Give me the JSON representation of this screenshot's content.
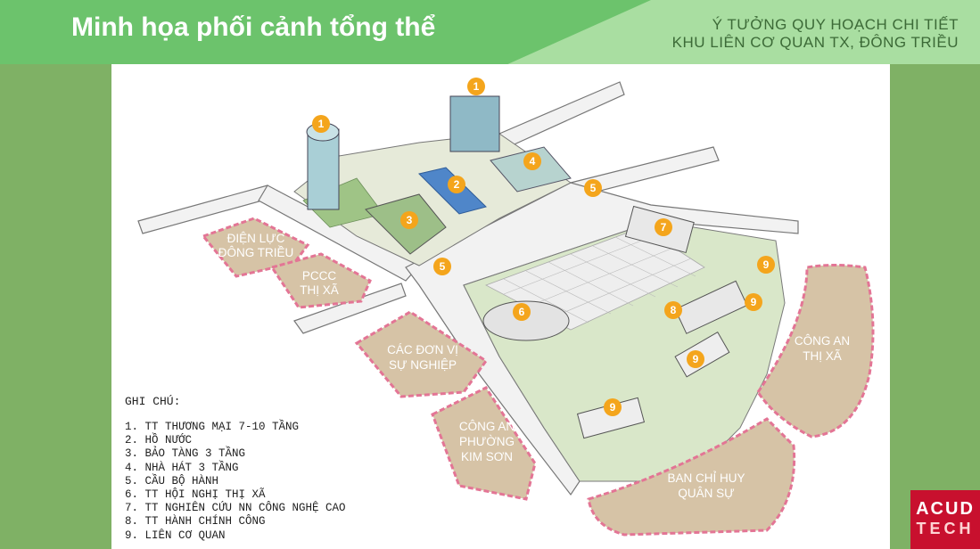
{
  "header": {
    "title": "Minh họa phối cảnh tổng thể",
    "subtitle_line1": "Ý TƯỞNG QUY HOẠCH CHI TIẾT",
    "subtitle_line2": "KHU LIÊN CƠ QUAN TX, ĐÔNG TRIỀU"
  },
  "colors": {
    "header_dark": "#6cc36c",
    "header_light": "#a9dea1",
    "frame": "#7fb165",
    "parcel_fill": "#d6c3a6",
    "parcel_border": "#e37595",
    "marker": "#f4a51c"
  },
  "parcels": [
    {
      "id": "dien-luc",
      "line1": "ĐIỆN LỰC",
      "line2": "ĐÔNG TRIỀU"
    },
    {
      "id": "pccc",
      "line1": "PCCC",
      "line2": "THỊ XÃ"
    },
    {
      "id": "don-vi",
      "line1": "CÁC ĐƠN VỊ",
      "line2": "SỰ NGHIỆP"
    },
    {
      "id": "ca-phuong",
      "line1": "CÔNG AN",
      "line2": "PHƯỜNG",
      "line3": "KIM SƠN"
    },
    {
      "id": "chi-huy",
      "line1": "BAN CHỈ HUY",
      "line2": "QUÂN SỰ"
    },
    {
      "id": "ca-thi-xa",
      "line1": "CÔNG AN",
      "line2": "THỊ XÃ"
    }
  ],
  "markers": [
    "1",
    "1",
    "2",
    "3",
    "4",
    "5",
    "5",
    "6",
    "7",
    "8",
    "9",
    "9",
    "9",
    "9"
  ],
  "legend": {
    "title": "GHI CHÚ:",
    "items": [
      "1. TT THƯƠNG MẠI 7-10 TẦNG",
      "2. HỒ NƯỚC",
      "3. BẢO TÀNG 3 TẦNG",
      "4. NHÀ HÁT 3 TẦNG",
      "5. CẦU BỘ HÀNH",
      "6. TT HỘI NGHỊ THỊ XÃ",
      "7. TT NGHIÊN CỨU NN CÔNG NGHỆ CAO",
      "8. TT HÀNH CHÍNH CÔNG",
      "9. LIÊN CƠ QUAN"
    ]
  },
  "logo": {
    "line1": "ACUD",
    "line2": "TECH"
  }
}
